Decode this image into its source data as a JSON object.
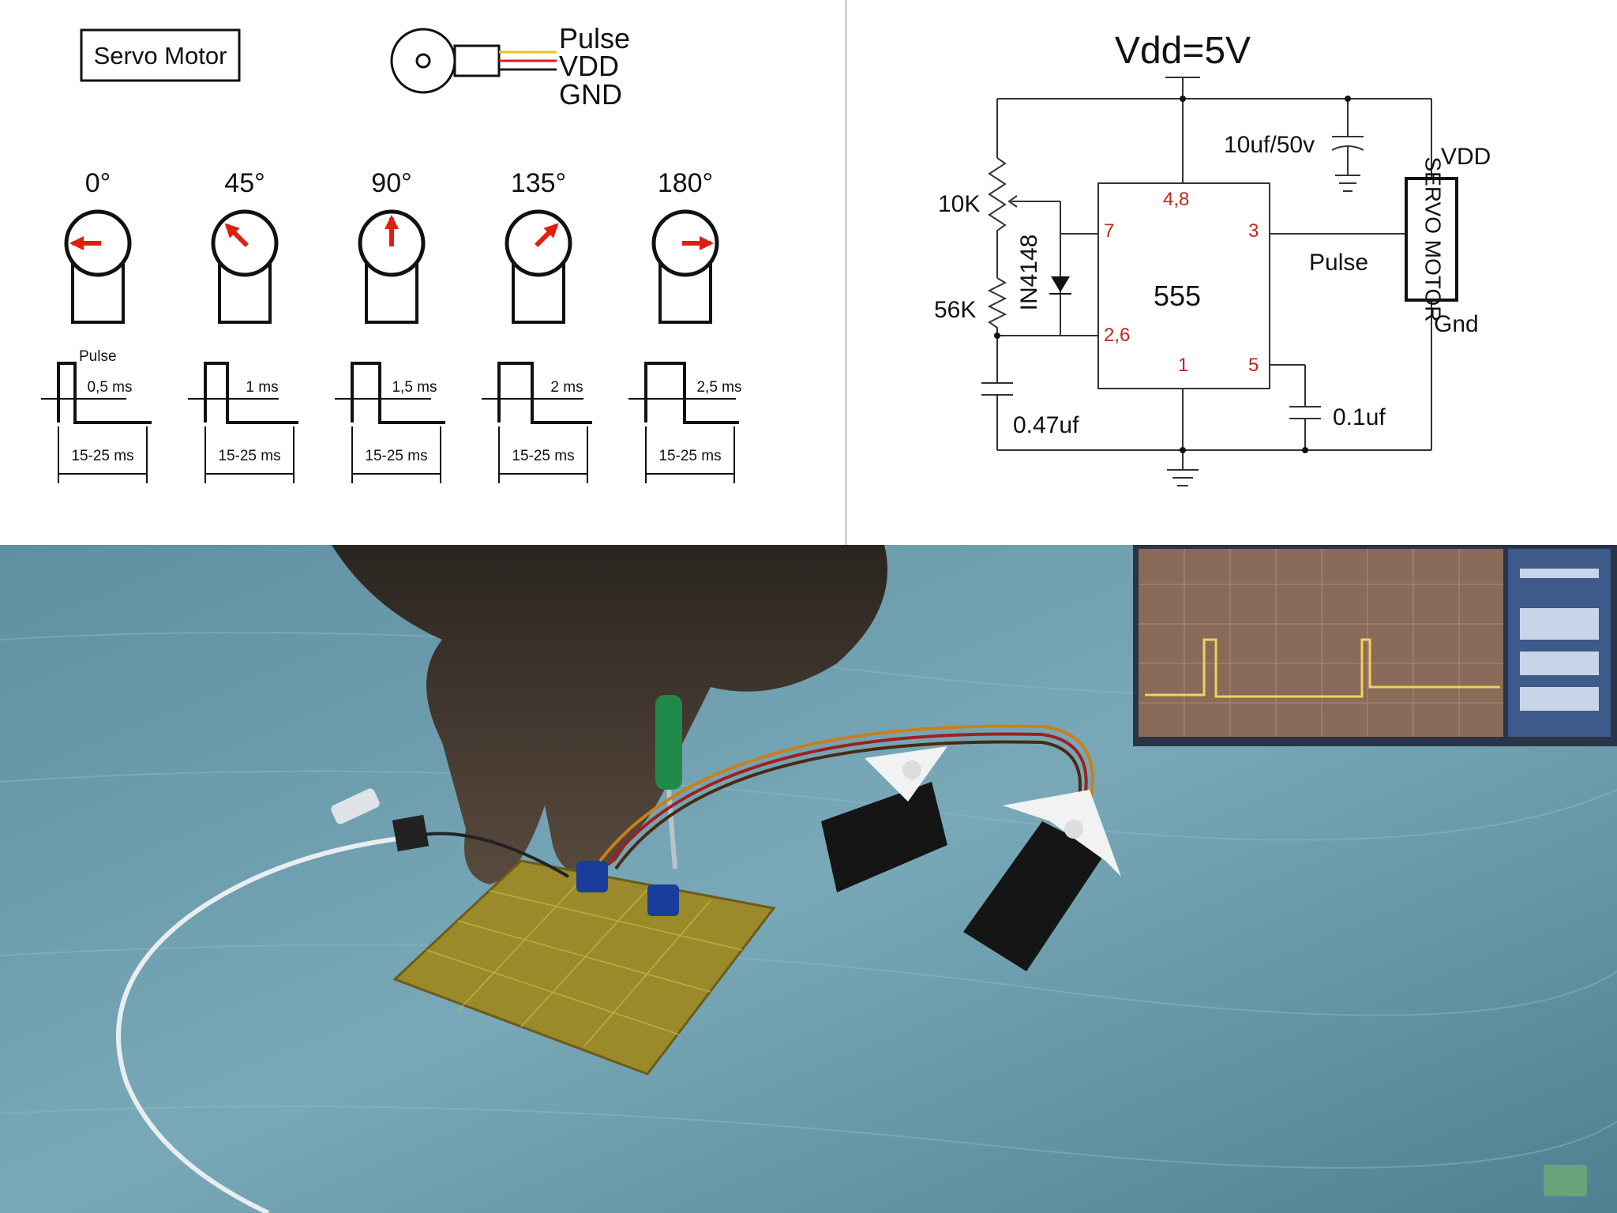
{
  "servo_diagram": {
    "title": "Servo Motor",
    "wires": [
      "Pulse",
      "VDD",
      "GND"
    ],
    "wire_colors": [
      "#e8c21a",
      "#d62020",
      "#222222"
    ],
    "positions": [
      {
        "angle_label": "0°",
        "pointer_deg": 270,
        "pulse_label": "0,5 ms",
        "period_label": "15-25 ms",
        "pulse_ms": 0.5
      },
      {
        "angle_label": "45°",
        "pointer_deg": 315,
        "pulse_label": "1 ms",
        "period_label": "15-25 ms",
        "pulse_ms": 1.0
      },
      {
        "angle_label": "90°",
        "pointer_deg": 0,
        "pulse_label": "1,5 ms",
        "period_label": "15-25 ms",
        "pulse_ms": 1.5
      },
      {
        "angle_label": "135°",
        "pointer_deg": 45,
        "pulse_label": "2 ms",
        "period_label": "15-25 ms",
        "pulse_ms": 2.0
      },
      {
        "angle_label": "180°",
        "pointer_deg": 90,
        "pulse_label": "2,5 ms",
        "period_label": "15-25 ms",
        "pulse_ms": 2.5
      }
    ],
    "pulse_word": "Pulse",
    "arrow_color": "#e01f10"
  },
  "circuit": {
    "supply": "Vdd=5V",
    "ic": "555",
    "pins": {
      "p48": "4,8",
      "p7": "7",
      "p26": "2,6",
      "p1": "1",
      "p3": "3",
      "p5": "5"
    },
    "r_top": "10K",
    "r_bottom": "56K",
    "diode": "IN4148",
    "cap_timing": "0.47uf",
    "cap_control": "0.1uf",
    "cap_supply": "10uf/50v",
    "pulse_label": "Pulse",
    "vdd_label": "VDD",
    "gnd_label": "Gnd",
    "motor_label": "SERVO MOTOR",
    "pin_color": "#c0281c"
  }
}
